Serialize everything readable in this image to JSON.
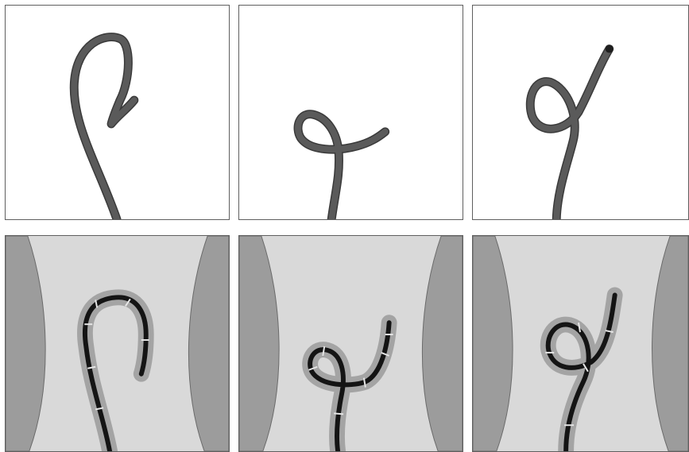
{
  "figure": {
    "rows": [
      {
        "row": "top",
        "style": "endoscope-sketch",
        "panels": [
          {
            "id": "top-1",
            "shape": "alpha-hook-loop"
          },
          {
            "id": "top-2",
            "shape": "small-loop"
          },
          {
            "id": "top-3",
            "shape": "loop-with-tail"
          }
        ]
      },
      {
        "row": "bottom",
        "style": "abdominal-imaging",
        "panels": [
          {
            "id": "bottom-1",
            "shape": "alpha-hook-loop"
          },
          {
            "id": "bottom-2",
            "shape": "small-loop"
          },
          {
            "id": "bottom-3",
            "shape": "loop-with-tail"
          }
        ]
      }
    ]
  },
  "colors": {
    "scope_top": "#5a5a5a",
    "scope_top_edge": "#3a3a3a",
    "scope_bottom": "#141414",
    "halo": "#a4a4a4",
    "body_bg": "#d9d9d9",
    "flank": "#9c9c9c",
    "flank_edge": "#6a6a6a",
    "segment_ticks": "#e6e6e6",
    "panel_border": "#5f5f5f"
  }
}
